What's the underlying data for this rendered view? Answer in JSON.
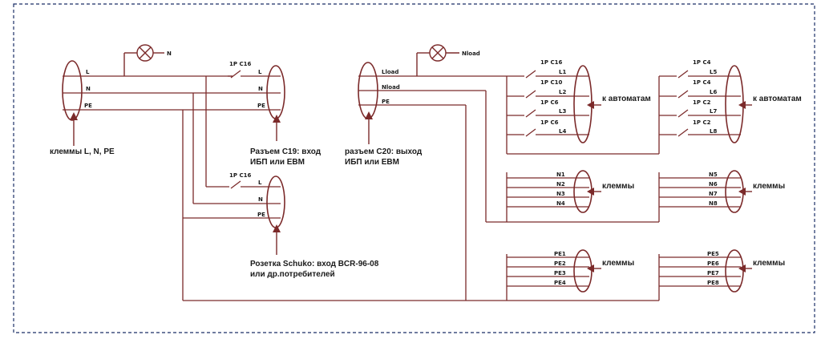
{
  "input_connector": {
    "caption": "клеммы L, N, PE",
    "line_l": "L",
    "line_n": "N",
    "line_pe": "PE",
    "lamp_label": "N"
  },
  "c19_connector": {
    "caption_1": "Разъем С19: вход",
    "caption_2": "ИБП или EBM",
    "breaker": "1P C16",
    "line_l": "L",
    "line_n": "N",
    "line_pe": "PE"
  },
  "schuko_connector": {
    "caption_1": "Розетка Schuko: вход BCR-96-08",
    "caption_2": "или др.потребителей",
    "breaker": "1P C16",
    "line_l": "L",
    "line_n": "N",
    "line_pe": "PE"
  },
  "c20_connector": {
    "caption_1": "разъем С20: выход",
    "caption_2": "ИБП или EBM",
    "line_l": "Lload",
    "line_n": "Nload",
    "line_pe": "PE",
    "lamp_label": "Nload"
  },
  "breaker_group_1": {
    "caption": "к автоматам",
    "breakers": [
      "1P C16",
      "1P C10",
      "1P C6",
      "1P C6"
    ],
    "lines": [
      "L1",
      "L2",
      "L3",
      "L4"
    ]
  },
  "breaker_group_2": {
    "caption": "к автоматам",
    "breakers": [
      "1P C4",
      "1P C4",
      "1P C2",
      "1P C2"
    ],
    "lines": [
      "L5",
      "L6",
      "L7",
      "L8"
    ]
  },
  "n_terminals_1": {
    "caption": "клеммы",
    "lines": [
      "N1",
      "N2",
      "N3",
      "N4"
    ]
  },
  "n_terminals_2": {
    "caption": "клеммы",
    "lines": [
      "N5",
      "N6",
      "N7",
      "N8"
    ]
  },
  "pe_terminals_1": {
    "caption": "клеммы",
    "lines": [
      "PE1",
      "PE2",
      "PE3",
      "PE4"
    ]
  },
  "pe_terminals_2": {
    "caption": "клеммы",
    "lines": [
      "PE5",
      "PE6",
      "PE7",
      "PE8"
    ]
  },
  "colors": {
    "wire": "#7b2a2a",
    "frame": "#1a2e66",
    "text": "#1a1a1a"
  }
}
